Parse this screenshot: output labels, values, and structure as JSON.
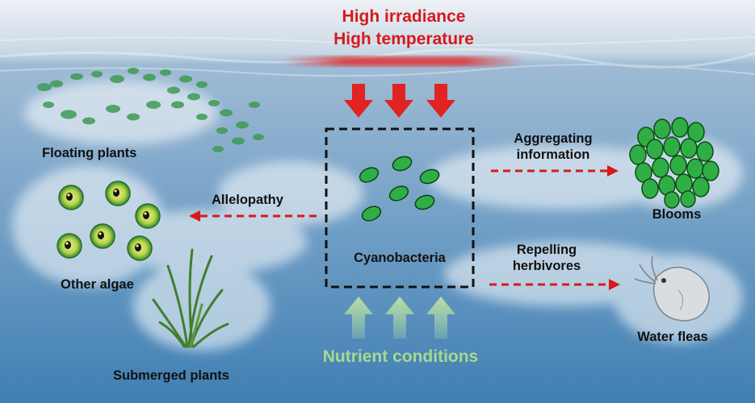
{
  "top_labels": {
    "line1": "High irradiance",
    "line2": "High temperature"
  },
  "center_label": "Cyanobacteria",
  "bottom_label": "Nutrient conditions",
  "left": {
    "floating_plants": "Floating plants",
    "allelopathy": "Allelopathy",
    "other_algae": "Other algae",
    "submerged_plants": "Submerged plants"
  },
  "right": {
    "aggregating_line1": "Aggregating",
    "aggregating_line2": "information",
    "blooms": "Blooms",
    "repelling_line1": "Repelling",
    "repelling_line2": "herbivores",
    "water_fleas": "Water fleas"
  },
  "colors": {
    "red": "#d61a1a",
    "green_arrow": "#b7e1a3",
    "cell_green": "#2fae46",
    "water_top": "#d9e4ee",
    "water_bottom": "#3f7fb3"
  }
}
